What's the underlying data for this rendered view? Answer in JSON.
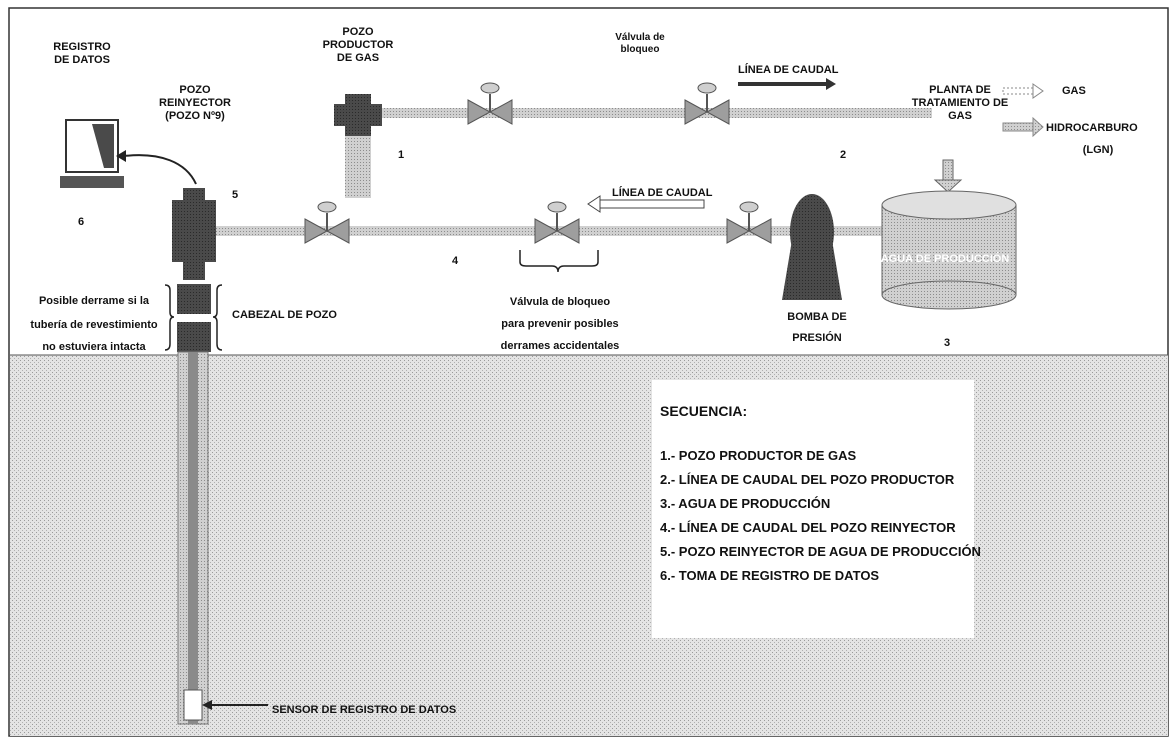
{
  "labels": {
    "registro": [
      "REGISTRO",
      "DE DATOS"
    ],
    "pozo_productor": [
      "POZO",
      "PRODUCTOR",
      "DE GAS"
    ],
    "valvula_bloqueo_top": [
      "Válvula de",
      "bloqueo"
    ],
    "linea_caudal_top": "LÍNEA DE CAUDAL",
    "planta": [
      "PLANTA DE",
      "TRATAMIENTO DE",
      "GAS"
    ],
    "gas": "GAS",
    "hidrocarburo": [
      "HIDROCARBURO",
      "(LGN)"
    ],
    "pozo_reinyector": [
      "POZO",
      "REINYECTOR",
      "(POZO Nº9)"
    ],
    "linea_caudal_mid": "LÍNEA DE CAUDAL",
    "tank": "AGUA DE PRODUCCIÓN",
    "derrame": [
      "Posible derrame si la",
      "tubería de revestimiento",
      "no estuviera intacta"
    ],
    "cabezal": "CABEZAL DE POZO",
    "valvula_bloqueo_bottom": [
      "Válvula de bloqueo",
      "para prevenir posibles",
      "derrames accidentales"
    ],
    "bomba": [
      "BOMBA DE",
      "PRESIÓN"
    ],
    "sensor": "SENSOR DE REGISTRO DE DATOS"
  },
  "numbers": {
    "n1": "1",
    "n2": "2",
    "n3": "3",
    "n4": "4",
    "n5": "5",
    "n6": "6"
  },
  "sequence": {
    "title": "SECUENCIA:",
    "items": [
      "1.- POZO PRODUCTOR DE GAS",
      "2.- LÍNEA DE CAUDAL DEL POZO PRODUCTOR",
      "3.- AGUA DE PRODUCCIÓN",
      "4.- LÍNEA DE CAUDAL DEL POZO REINYECTOR",
      "5.- POZO REINYECTOR DE AGUA DE PRODUCCIÓN",
      "6.- TOMA DE REGISTRO DE DATOS"
    ]
  },
  "colors": {
    "pipe": "#bdbdbd",
    "dark": "#3a3a3a",
    "ground": "#d9d9d9",
    "tank": "#c8c8c8"
  },
  "icons": {
    "computer": "computer-icon",
    "valve": "valve-icon",
    "pump": "pump-icon",
    "tank": "tank-icon"
  }
}
